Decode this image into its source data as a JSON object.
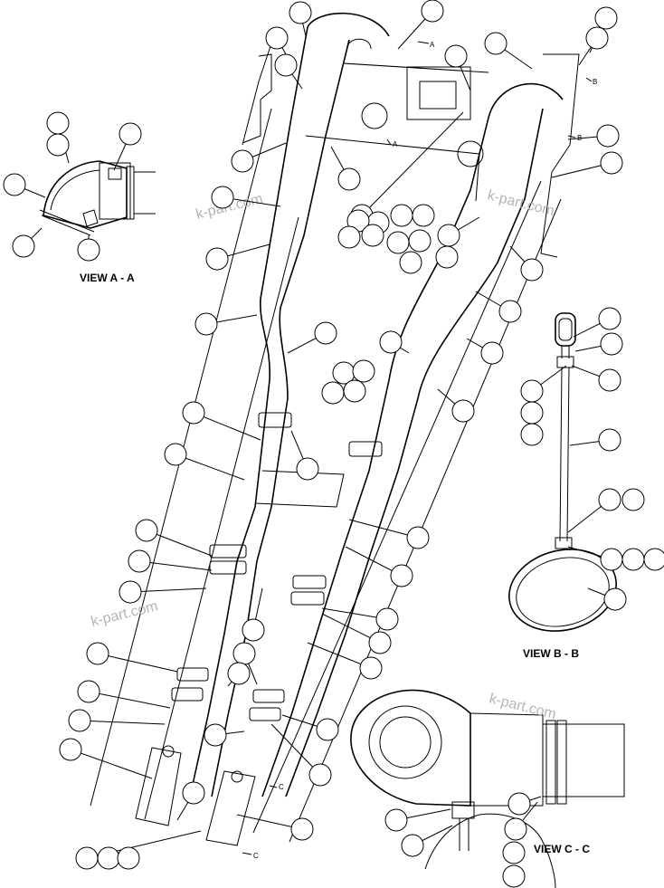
{
  "views": {
    "a": "VIEW  A - A",
    "b": "VIEW  B - B",
    "c": "VIEW  C - C"
  },
  "markers": {
    "a": "A",
    "b": "B",
    "c": "C"
  },
  "watermark": "k-part.com"
}
